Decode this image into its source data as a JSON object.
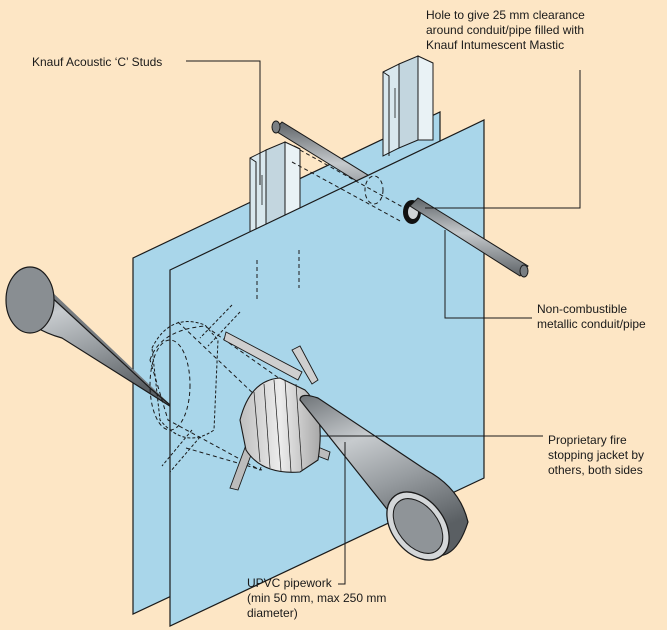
{
  "callouts": {
    "studs": "Knauf Acoustic ‘C’ Studs",
    "hole": "Hole to give 25 mm clearance\naround conduit/pipe filled with\nKnauf Intumescent Mastic",
    "conduit": "Non-combustible\nmetallic conduit/pipe",
    "jacket": "Proprietary fire\nstopping jacket by\nothers, both sides",
    "upvc": "UPVC pipework\n(min 50 mm, max 250 mm\ndiameter)"
  },
  "colors": {
    "background": "#fde6c5",
    "board": "#a9d6ea",
    "stud": "#d9e8ee",
    "pipe": "#8f9498",
    "jacket": "#d7d7d7",
    "outline": "#1a1a1a"
  }
}
